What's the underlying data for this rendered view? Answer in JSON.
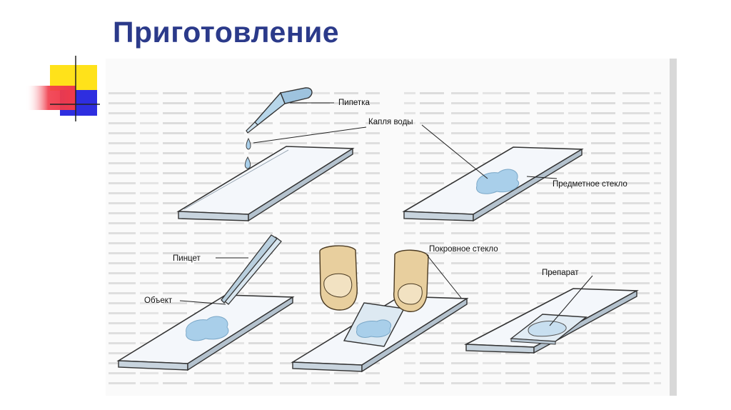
{
  "slide": {
    "title": "Приготовление"
  },
  "diagram": {
    "labels": {
      "pipette": "Пипетка",
      "water_drop": "Капля воды",
      "slide_glass": "Предметное стекло",
      "tweezers": "Пинцет",
      "cover_glass": "Покровное стекло",
      "object": "Объект",
      "specimen": "Препарат"
    }
  },
  "colors": {
    "title": "#2b3a8a",
    "deco_yellow": "#ffe21a",
    "deco_blue": "#2e2ee0",
    "deco_red": "#f03a4a",
    "water": "#a9cfea"
  }
}
